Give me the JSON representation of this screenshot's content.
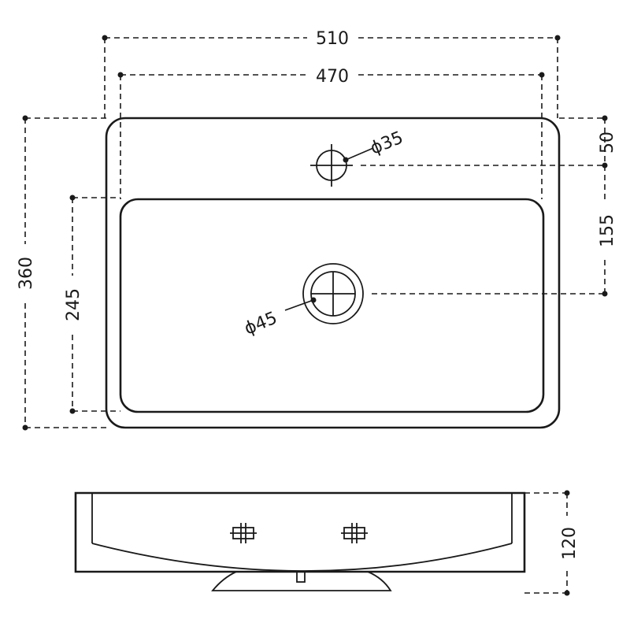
{
  "drawing": {
    "top_view": {
      "overall_width": "510",
      "inner_width": "470",
      "overall_depth": "360",
      "bowl_depth": "245",
      "tap_hole_offset": "50",
      "drain_offset": "155",
      "tap_hole_diameter": "ϕ35",
      "drain_diameter": "ϕ45"
    },
    "side_view": {
      "height": "120"
    }
  }
}
